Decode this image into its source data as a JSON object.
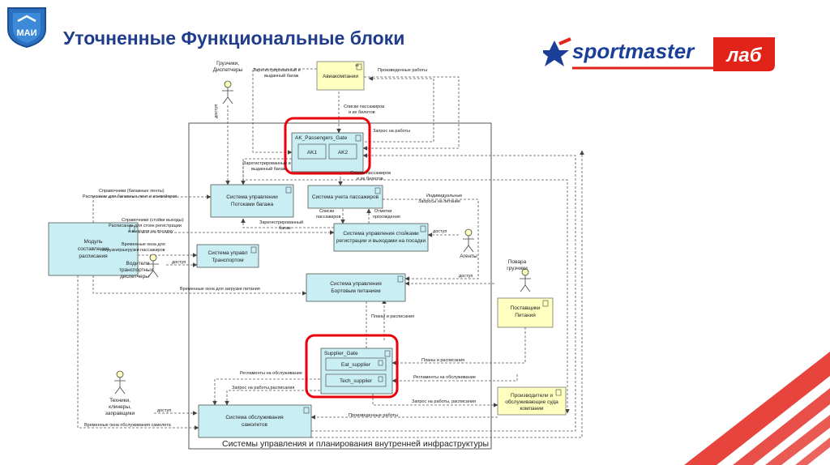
{
  "slide": {
    "title": "Уточненные Функциональные блоки",
    "logo_left_text": "МАИ",
    "logo_right_text": "sportmaster",
    "logo_right_badge": "лаб",
    "colors": {
      "title": "#1f3d8c",
      "brand_red": "#e2231a",
      "component_fill": "#c9eef4",
      "external_fill": "#ffffc0",
      "highlight": "#e8000b"
    }
  },
  "diagram": {
    "boundary_label": "Системы управления  и планирования внутренней инфраструктуры",
    "components": {
      "aviakompanii": "Авиакомпании",
      "ak_gate": "AK_Passengers_Gate",
      "ak1": "AK1",
      "ak2": "AK2",
      "baggage": [
        "Система управлении",
        "Потоками багажа"
      ],
      "passenger_acc": "Система учета пассажиров",
      "counters": [
        "Система управления стойками",
        "регистрации и выходами на посадки"
      ],
      "schedule": [
        "Модуль",
        "составления",
        "расписания"
      ],
      "transport": [
        "Система управл",
        "Транспортом"
      ],
      "catering": [
        "Система управления",
        "Бортовым питанием"
      ],
      "supplier_gate": "Supplier_Gate",
      "eat_supplier": "Eat_supplier",
      "tech_supplier": "Tech_supplier",
      "aircraft_service": [
        "Система обслуживания",
        "самолетов"
      ],
      "food_suppliers": [
        "Поставщики",
        "Питания"
      ],
      "service_companies": [
        "Производители и",
        "обслуживающие  суда",
        "компании"
      ]
    },
    "actors": {
      "loaders": [
        "Грузчики,",
        "Диспетчеры"
      ],
      "agents": "Агенты",
      "drivers": [
        "Водители",
        "транспортных",
        "диспетчеры"
      ],
      "cooks": [
        "Повара",
        "грузчики"
      ],
      "technicians": [
        "Техники,",
        "клинеры,",
        "заправщики"
      ]
    },
    "labels": {
      "l_reg_bag_top": [
        "Зарегистрированный и",
        "выданный багаж"
      ],
      "l_work_done_top": "Произведенные работы",
      "l_lists_tickets": [
        "Списки пассажиров",
        "и их билетов"
      ],
      "l_work_request": "Запрос на работы",
      "l_reg_bag_mid": [
        "Зарегистрированный и",
        "выданный багаж"
      ],
      "l_lists_tickets2": [
        "Списки пассажиров",
        "и их билетов"
      ],
      "l_access_loaders": "доступ",
      "l_ref_bag": [
        "Справочники (багажные ленты)",
        "Расписание для  багажных лент и конвейеров"
      ],
      "l_individual": [
        "Индивидуальные",
        "Запросы на питание"
      ],
      "l_lists_pass": [
        "Списки",
        "пассажиров"
      ],
      "l_check_marks": [
        "Отметки",
        "прохождения"
      ],
      "l_ref_counters": [
        "Справочники (стойки выходы)",
        "Расписание для  стоек регистрации",
        "и выходов на посадку"
      ],
      "l_reg_bag_low": [
        "Зарегистрированный",
        "багаж"
      ],
      "l_access_agents": "доступ",
      "l_windows_load": [
        "Временные окна для",
        "погрузки/разгрузки  пассажиров"
      ],
      "l_access_drivers": "доступ",
      "l_access_cooks": "доступ",
      "l_windows_food": "Временные окна для загрузки питания",
      "l_plans": "Планы и расписания",
      "l_plans2": "Планы и расписания",
      "l_regl_left": "Регламенты на обслуживание",
      "l_regl_right": "Регламенты на обслуживание",
      "l_req_plans": "Запрос на работы,расписания",
      "l_req_work": "Запрос на работы, расписания",
      "l_access_tech": "доступ",
      "l_work_done_bottom": "Произведенные работы",
      "l_windows_service": "Временные окна  обслуживания самолета"
    }
  }
}
